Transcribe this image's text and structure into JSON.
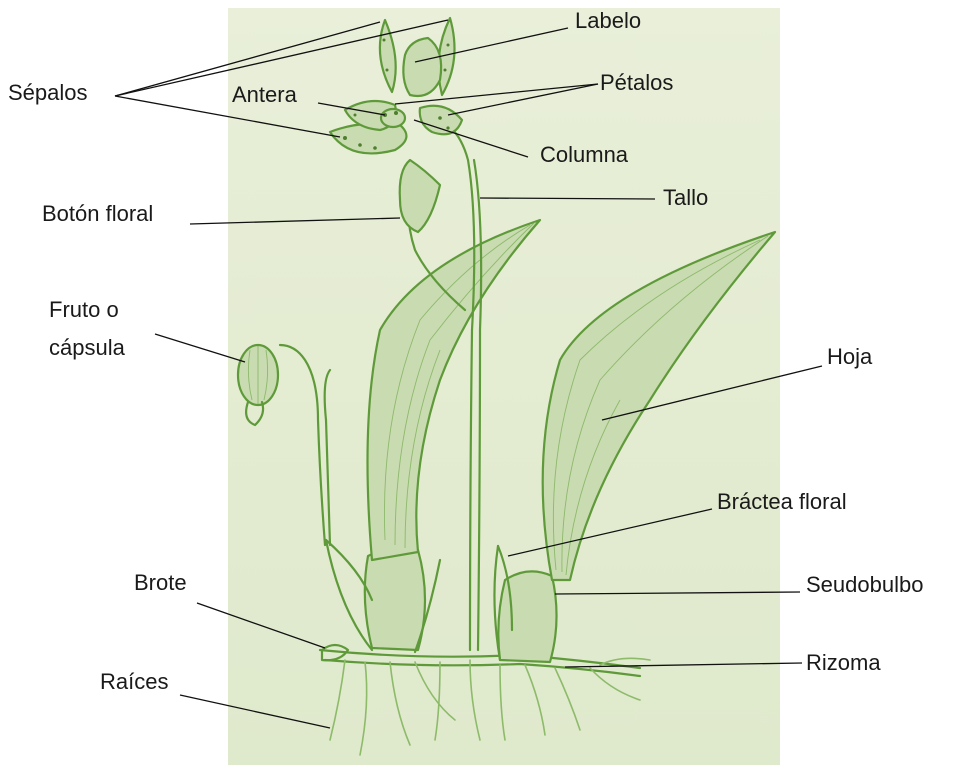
{
  "labels": {
    "sepalos": "Sépalos",
    "labelo": "Labelo",
    "antera": "Antera",
    "petalos": "Pétalos",
    "columna": "Columna",
    "tallo": "Tallo",
    "boton_floral": "Botón floral",
    "fruto_line1": "Fruto o",
    "fruto_line2": "cápsula",
    "hoja": "Hoja",
    "bractea_floral": "Bráctea floral",
    "seudobulbo": "Seudobulbo",
    "brote": "Brote",
    "rizoma": "Rizoma",
    "raices": "Raíces"
  },
  "colors": {
    "paper": "#e4ecd2",
    "plant_stroke": "#5f9a3a",
    "label_text": "#1a1a1a"
  }
}
